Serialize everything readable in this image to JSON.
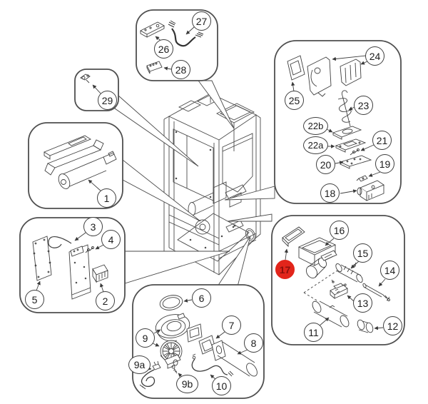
{
  "diagram": {
    "type": "exploded-parts-diagram",
    "background_color": "#ffffff",
    "line_color": "#4a4a4a",
    "box_border_color": "#4f4f4f",
    "callout_fill": "#ffffff",
    "callout_text_color": "#1c1c1c",
    "highlight_color": "#e2251b",
    "highlight_text_color": "#8a100b",
    "highlighted_part": "17"
  },
  "callouts": [
    {
      "label": "1"
    },
    {
      "label": "2"
    },
    {
      "label": "3"
    },
    {
      "label": "4"
    },
    {
      "label": "5"
    },
    {
      "label": "6"
    },
    {
      "label": "7"
    },
    {
      "label": "8"
    },
    {
      "label": "9"
    },
    {
      "label": "9a"
    },
    {
      "label": "9b"
    },
    {
      "label": "10"
    },
    {
      "label": "11"
    },
    {
      "label": "12"
    },
    {
      "label": "13"
    },
    {
      "label": "14"
    },
    {
      "label": "15"
    },
    {
      "label": "16"
    },
    {
      "label": "17",
      "highlighted": true
    },
    {
      "label": "18"
    },
    {
      "label": "19"
    },
    {
      "label": "20"
    },
    {
      "label": "21"
    },
    {
      "label": "22a"
    },
    {
      "label": "22b"
    },
    {
      "label": "23"
    },
    {
      "label": "24"
    },
    {
      "label": "25"
    },
    {
      "label": "26"
    },
    {
      "label": "27"
    },
    {
      "label": "28"
    },
    {
      "label": "29"
    }
  ],
  "groups": [
    {
      "name": "control-panel-group",
      "parts": [
        "26",
        "27",
        "28"
      ]
    },
    {
      "name": "sensor-group",
      "parts": [
        "29"
      ]
    },
    {
      "name": "auger-feed-motor-group",
      "parts": [
        "1"
      ]
    },
    {
      "name": "electronics-group",
      "parts": [
        "2",
        "3",
        "4",
        "5"
      ]
    },
    {
      "name": "firebox-internals-group",
      "parts": [
        "18",
        "19",
        "20",
        "21",
        "22a",
        "22b",
        "23",
        "24",
        "25"
      ]
    },
    {
      "name": "burn-pot-air-intake-group",
      "parts": [
        "11",
        "12",
        "13",
        "14",
        "15",
        "16",
        "17"
      ]
    },
    {
      "name": "exhaust-blower-group",
      "parts": [
        "6",
        "7",
        "8",
        "9",
        "9a",
        "9b",
        "10"
      ]
    }
  ]
}
